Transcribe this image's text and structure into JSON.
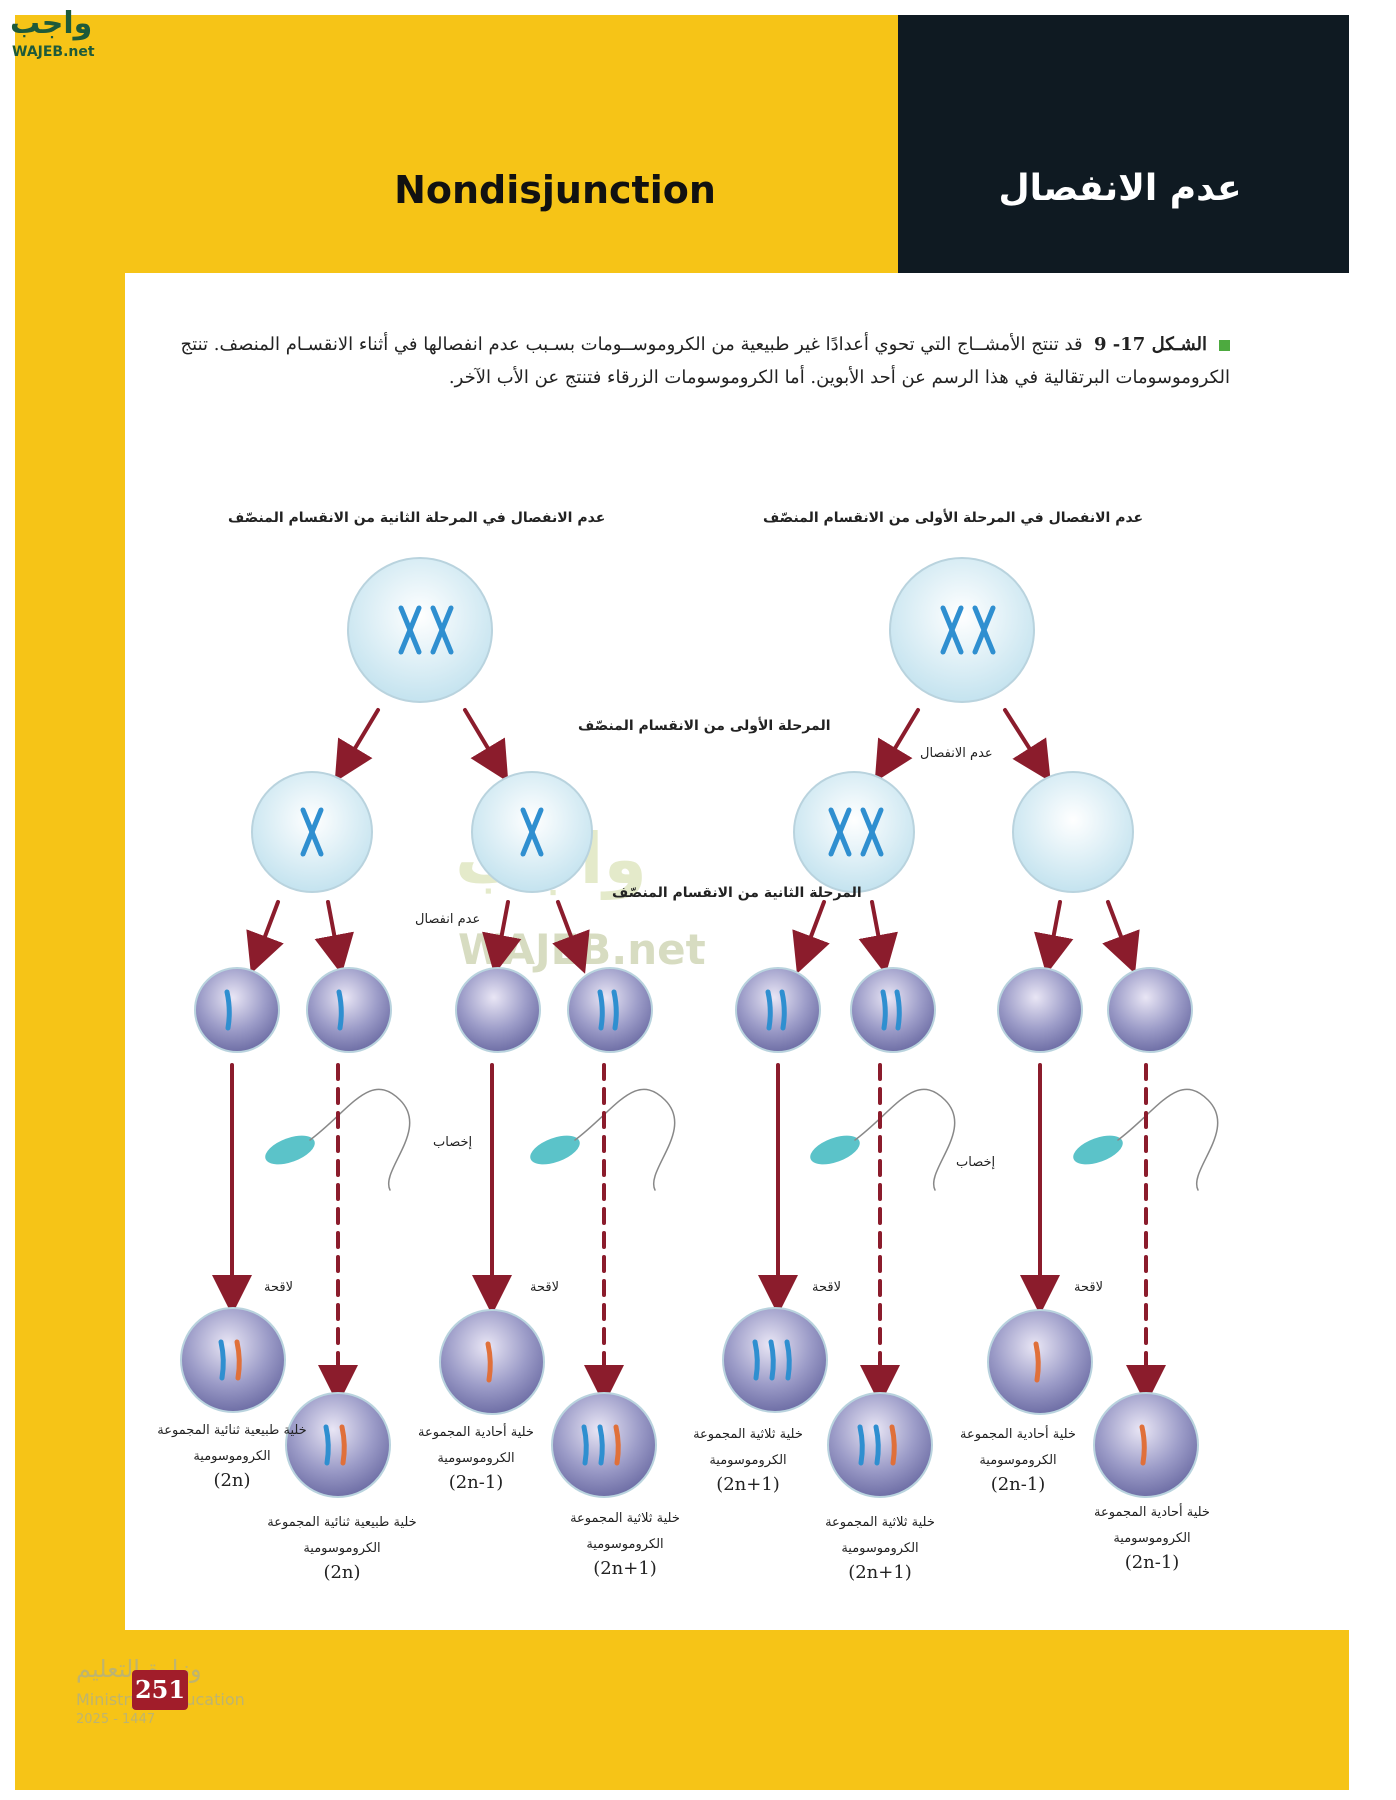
{
  "header": {
    "title_en": "Nondisjunction",
    "title_ar": "عدم الانفصال"
  },
  "logo": {
    "ar": "واجب",
    "en": "WAJEB.net"
  },
  "caption": {
    "figure_label": "الشـكل 17- 9",
    "text": "قد تنتج الأمشــاج التي تحوي أعدادًا غير طبيعية من الكروموســومات بسـبب عدم انفصالها في أثناء الانقسـام المنصف. تنتج الكروموسومات البرتقالية في هذا الرسم عن أحد الأبوين. أما الكروموسومات الزرقاء فتنتج عن الأب الآخر."
  },
  "diagram": {
    "headers": {
      "left": "عدم الانفصال في المرحلة الثانية من الانقسام المنصّف",
      "right": "عدم الانفصال في المرحلة الأولى من الانقسام المنصّف"
    },
    "stage_meiosis1": "المرحلة الأولى من الانقسام المنصّف",
    "stage_meiosis2": "المرحلة الثانية من الانقسام المنصّف",
    "nondisjunction_1": "عدم الانفصال",
    "nondisjunction_2": "عدم انفصال",
    "fertilization": "إخصاب",
    "zygote": "لاقحة",
    "results": [
      {
        "label": "خلية طبيعية ثنائية المجموعة الكروموسومية",
        "formula": "(2n)"
      },
      {
        "label": "خلية طبيعية ثنائية المجموعة الكروموسومية",
        "formula": "(2n)"
      },
      {
        "label": "خلية أحادية المجموعة الكروموسومية",
        "formula": "(2n-1)"
      },
      {
        "label": "خلية ثلاثية المجموعة الكروموسومية",
        "formula": "(2n+1)"
      },
      {
        "label": "خلية ثلاثية المجموعة الكروموسومية",
        "formula": "(2n+1)"
      },
      {
        "label": "خلية ثلاثية المجموعة الكروموسومية",
        "formula": "(2n+1)"
      },
      {
        "label": "خلية أحادية المجموعة الكروموسومية",
        "formula": "(2n-1)"
      },
      {
        "label": "خلية أحادية المجموعة الكروموسومية",
        "formula": "(2n-1)"
      }
    ]
  },
  "footer": {
    "page_number": "251",
    "ministry_ar": "وزارة التعليم",
    "ministry_en": "Ministry of Education",
    "year": "2025 - 1447"
  },
  "colors": {
    "yellow": "#f6c417",
    "dark": "#0f1a22",
    "arrow": "#8b1c2c",
    "chromosome_blue": "#2f8fd0",
    "chromosome_orange": "#e0703a"
  }
}
